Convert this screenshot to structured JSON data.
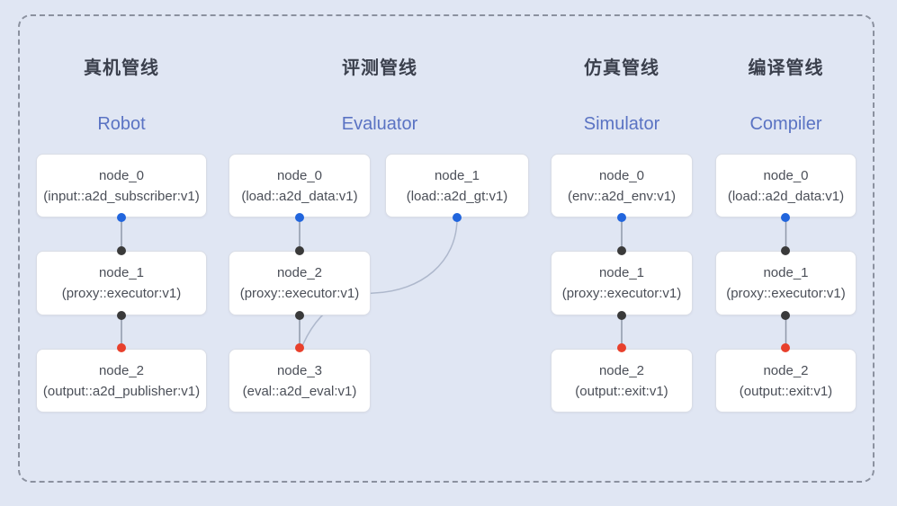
{
  "diagram": {
    "pipelines": [
      {
        "title_zh": "真机管线",
        "title_en": "Robot",
        "nodes": [
          {
            "name": "node_0",
            "impl": "(input::a2d_subscriber:v1)"
          },
          {
            "name": "node_1",
            "impl": "(proxy::executor:v1)"
          },
          {
            "name": "node_2",
            "impl": "(output::a2d_publisher:v1)"
          }
        ]
      },
      {
        "title_zh": "评测管线",
        "title_en": "Evaluator",
        "nodes": [
          {
            "name": "node_0",
            "impl": "(load::a2d_data:v1)"
          },
          {
            "name": "node_1",
            "impl": "(load::a2d_gt:v1)"
          },
          {
            "name": "node_2",
            "impl": "(proxy::executor:v1)"
          },
          {
            "name": "node_3",
            "impl": "(eval::a2d_eval:v1)"
          }
        ]
      },
      {
        "title_zh": "仿真管线",
        "title_en": "Simulator",
        "nodes": [
          {
            "name": "node_0",
            "impl": "(env::a2d_env:v1)"
          },
          {
            "name": "node_1",
            "impl": "(proxy::executor:v1)"
          },
          {
            "name": "node_2",
            "impl": "(output::exit:v1)"
          }
        ]
      },
      {
        "title_zh": "编译管线",
        "title_en": "Compiler",
        "nodes": [
          {
            "name": "node_0",
            "impl": "(load::a2d_data:v1)"
          },
          {
            "name": "node_1",
            "impl": "(proxy::executor:v1)"
          },
          {
            "name": "node_2",
            "impl": "(output::exit:v1)"
          }
        ]
      }
    ],
    "colors": {
      "background": "#e0e6f3",
      "frame_dash": "#8b919f",
      "node_background": "#ffffff",
      "node_border": "#d9dde6",
      "node_text": "#4b4f58",
      "title_zh_color": "#3b404d",
      "title_en_color": "#5a73c3",
      "port_blue": "#2165dd",
      "port_dark": "#3a3a3a",
      "port_red": "#e8402c",
      "edge_line": "#8f98a9",
      "edge_curve": "#aeb8cc"
    }
  }
}
